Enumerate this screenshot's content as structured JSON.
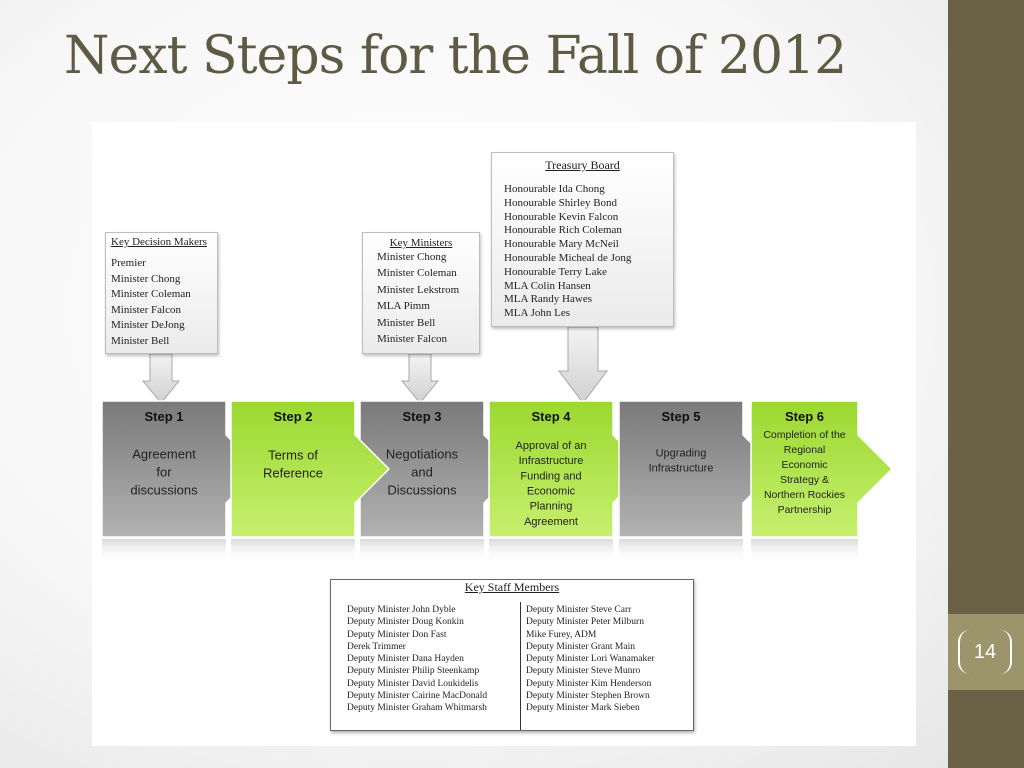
{
  "slide": {
    "title": "Next Steps for the Fall of 2012",
    "page_number": "14"
  },
  "callouts": {
    "key_decision_makers": {
      "title": "Key Decision Makers",
      "items": [
        "Premier",
        "Minister Chong",
        "Minister Coleman",
        "Minister Falcon",
        "Minister DeJong",
        "Minister Bell"
      ]
    },
    "key_ministers": {
      "title": "Key Ministers",
      "items": [
        "Minister Chong",
        "Minister Coleman",
        "Minister Lekstrom",
        "MLA Pimm",
        "Minister Bell",
        "Minister Falcon"
      ]
    },
    "treasury_board": {
      "title": "Treasury Board",
      "items": [
        "Honourable Ida Chong",
        "Honourable Shirley Bond",
        "Honourable Kevin Falcon",
        "Honourable Rich Coleman",
        "Honourable Mary McNeil",
        "Honourable Micheal de Jong",
        "Honourable Terry Lake",
        "MLA Colin Hansen",
        "MLA Randy Hawes",
        "MLA John Les"
      ]
    }
  },
  "steps": [
    {
      "label": "Step 1",
      "lines": [
        "Agreement",
        "for",
        "discussions"
      ]
    },
    {
      "label": "Step 2",
      "lines": [
        "Terms of",
        "Reference"
      ]
    },
    {
      "label": "Step 3",
      "lines": [
        "Negotiations",
        "and",
        "Discussions"
      ]
    },
    {
      "label": "Step 4",
      "lines": [
        "Approval of an",
        "Infrastructure",
        "Funding and",
        "Economic",
        "Planning",
        "Agreement"
      ]
    },
    {
      "label": "Step 5",
      "lines": [
        "Upgrading",
        "Infrastructure"
      ]
    },
    {
      "label": "Step 6",
      "lines": [
        "Completion of the",
        "Regional",
        "Economic",
        "Strategy &",
        "Northern Rockies",
        "Partnership"
      ]
    }
  ],
  "staff": {
    "title": "Key Staff Members",
    "left": [
      "Deputy Minister John Dyble",
      "Deputy Minister Doug Konkin",
      "Deputy Minister Don Fast",
      "Derek Trimmer",
      "Deputy Minister Dana Hayden",
      "Deputy Minister Philip Steenkamp",
      "Deputy Minister David Loukidelis",
      "Deputy Minister Cairine MacDonald",
      "Deputy Minister Graham Whitmarsh"
    ],
    "right": [
      "Deputy Minister Steve Carr",
      "Deputy Minister Peter Milburn",
      "Mike Furey, ADM",
      "Deputy Minister Grant Main",
      "Deputy Minister Lori Wanamaker",
      "Deputy Minister Steve Munro",
      "Deputy Minister Kim Henderson",
      "Deputy Minister Stephen Brown",
      "Deputy Minister Mark Sieben"
    ]
  },
  "colors": {
    "title": "#5f5a44",
    "sidebar": "#6b6146",
    "page_tab": "#9c946a",
    "step_gray": "#8e8e8e",
    "step_green": "#a6e03c"
  }
}
